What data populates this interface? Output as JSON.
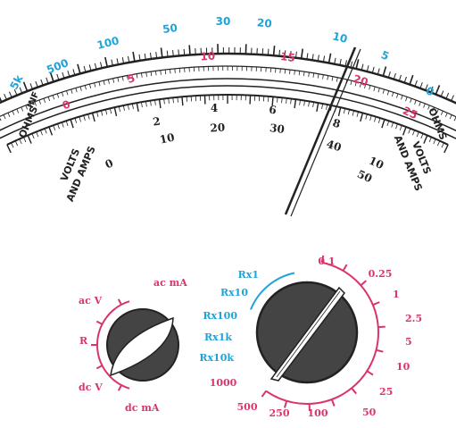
{
  "colors": {
    "ink": "#222222",
    "cyan": "#1fa3d8",
    "magenta": "#d9346e",
    "knob_dark": "#444444"
  },
  "meter_scale": {
    "ohms_scale": {
      "color": "cyan",
      "values": [
        "5k",
        "500",
        "100",
        "50",
        "30",
        "20",
        "10",
        "5",
        "0"
      ],
      "left_label": "OHMS",
      "right_label": "OHMS",
      "inf_label": "INF"
    },
    "ac_scale": {
      "color": "magenta",
      "values": [
        "0",
        "5",
        "10",
        "15",
        "20",
        "25"
      ]
    },
    "volts_amps_scale_top": {
      "values": [
        "2",
        "4",
        "6",
        "8"
      ]
    },
    "volts_amps_scale_bottom": {
      "values": [
        "0",
        "10",
        "20",
        "30",
        "40",
        "50"
      ]
    },
    "left_label": [
      "VOLTS",
      "AND AMPS"
    ],
    "right_label": [
      "VOLTS",
      "AND AMPS"
    ],
    "right_end_value": "10",
    "needle_icon": "meter-needle"
  },
  "function_selector": {
    "positions": [
      "ac mA",
      "ac V",
      "R",
      "dc V",
      "dc mA"
    ],
    "knob_icon": "rotary-knob"
  },
  "range_selector": {
    "ohm_ranges": [
      "Rx1",
      "Rx10",
      "Rx100",
      "Rx1k",
      "Rx10k"
    ],
    "ranges": [
      "0.1",
      "0.25",
      "1",
      "2.5",
      "5",
      "10",
      "25",
      "50",
      "100",
      "250",
      "500",
      "1000"
    ],
    "knob_icon": "rotary-knob"
  }
}
